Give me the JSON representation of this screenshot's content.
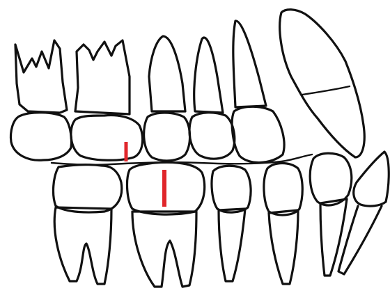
{
  "diagram": {
    "description_visible_text": "",
    "colors": {
      "outline": "#111111",
      "background": "#ffffff",
      "marker": "#e0262b"
    },
    "teeth": {
      "upper": [
        "upper-first-molar",
        "upper-second-premolar",
        "upper-first-premolar",
        "upper-canine",
        "upper-lateral-incisor",
        "upper-central-incisor"
      ],
      "lower": [
        "lower-first-molar",
        "lower-second-molar-partial",
        "lower-second-premolar",
        "lower-first-premolar",
        "lower-canine",
        "lower-lateral-incisor",
        "lower-central-incisor"
      ]
    },
    "markers": [
      {
        "name": "upper-contact-marker"
      },
      {
        "name": "lower-contact-marker"
      }
    ]
  }
}
